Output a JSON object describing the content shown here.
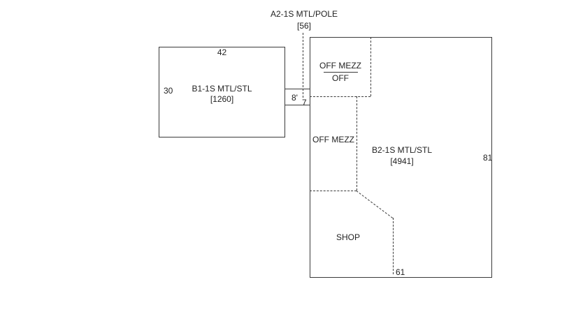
{
  "a2": {
    "name": "A2-1S MTL/POLE",
    "area": "[56]"
  },
  "b1": {
    "name": "B1-1S MTL/STL",
    "area": "[1260]",
    "top_dim": "42",
    "left_dim": "30"
  },
  "connector": {
    "width_dim": "8'",
    "height_dim": "7"
  },
  "b2": {
    "name": "B2-1S MTL/STL",
    "area": "[4941]",
    "right_dim": "81",
    "bottom_dim": "61"
  },
  "rooms": {
    "off_mezz_upper": "OFF MEZZ",
    "off": "OFF",
    "off_mezz_lower": "OFF MEZZ",
    "shop": "SHOP"
  },
  "colors": {
    "line": "#3a3a3a",
    "text": "#222222",
    "background": "#ffffff"
  }
}
